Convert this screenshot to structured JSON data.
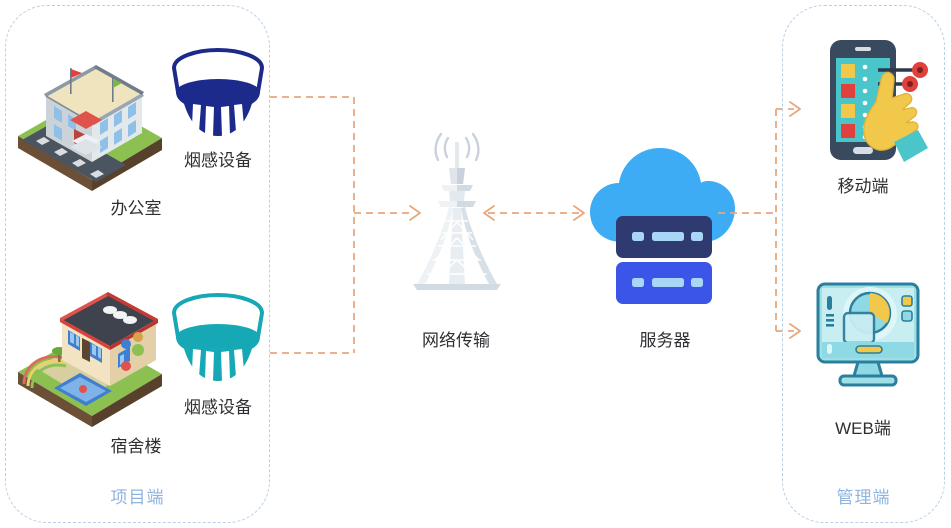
{
  "panels": {
    "left": {
      "label": "项目端",
      "border_color": "#b9cfe6",
      "label_color": "#8fb4dd"
    },
    "right": {
      "label": "管理端",
      "border_color": "#b9cfe6",
      "label_color": "#8fb4dd"
    }
  },
  "nodes": {
    "office": {
      "caption": "办公室",
      "icon": "isometric-office-building"
    },
    "office_detector": {
      "caption": "烟感设备",
      "icon": "smoke-detector",
      "color": "#1c2a8c"
    },
    "dorm": {
      "caption": "宿舍楼",
      "icon": "isometric-dormitory-building"
    },
    "dorm_detector": {
      "caption": "烟感设备",
      "icon": "smoke-detector",
      "color": "#17a8b5"
    },
    "network": {
      "caption": "网络传输",
      "icon": "radio-tower"
    },
    "server": {
      "caption": "服务器",
      "icon": "cloud-server",
      "cloud_color": "#3eabf5",
      "rack_top_color": "#2e3a70",
      "rack_bottom_color": "#3a55e8"
    },
    "mobile": {
      "caption": "移动端",
      "icon": "smartphone-hand"
    },
    "web": {
      "caption": "WEB端",
      "icon": "desktop-monitor"
    }
  },
  "connectors": {
    "color": "#e8a87c",
    "items": [
      {
        "name": "office-to-network",
        "direction": "right"
      },
      {
        "name": "dorm-to-network",
        "direction": "right"
      },
      {
        "name": "network-to-server",
        "direction": "both"
      },
      {
        "name": "server-to-mobile",
        "direction": "right"
      },
      {
        "name": "server-to-web",
        "direction": "right"
      }
    ]
  },
  "colors": {
    "accent_orange": "#e8a87c",
    "panel_blue": "#b9cfe6",
    "detector_navy": "#1c2a8c",
    "detector_teal": "#17a8b5",
    "cloud_blue": "#3eabf5",
    "text_dark": "#2f2f33"
  }
}
